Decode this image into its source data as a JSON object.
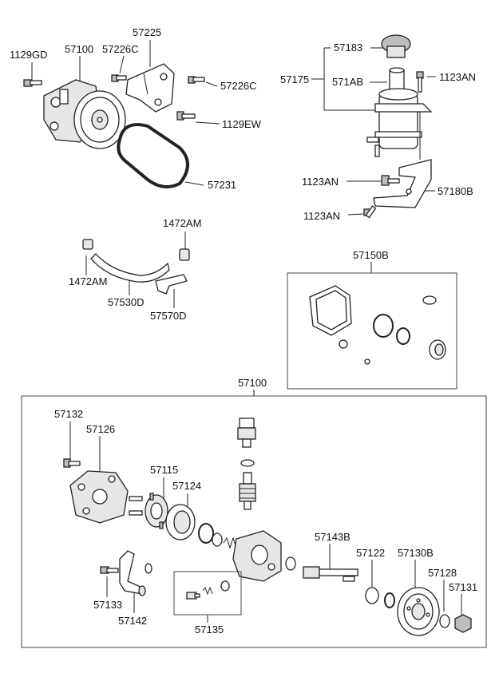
{
  "labels": {
    "l_1129gd": "1129GD",
    "l_57100_top": "57100",
    "l_57226c_a": "57226C",
    "l_57225": "57225",
    "l_57226c_b": "57226C",
    "l_1129ew": "1129EW",
    "l_57231": "57231",
    "l_57183": "57183",
    "l_57175": "57175",
    "l_571ab": "571AB",
    "l_1123an_a": "1123AN",
    "l_1123an_b": "1123AN",
    "l_57180b": "57180B",
    "l_1123an_c": "1123AN",
    "l_1472am_a": "1472AM",
    "l_1472am_b": "1472AM",
    "l_57530d": "57530D",
    "l_57570d": "57570D",
    "l_57150b": "57150B",
    "l_57100_mid": "57100",
    "l_57132": "57132",
    "l_57126": "57126",
    "l_57115": "57115",
    "l_57124": "57124",
    "l_57143b": "57143B",
    "l_57122": "57122",
    "l_57130b": "57130B",
    "l_57128": "57128",
    "l_57131": "57131",
    "l_57133": "57133",
    "l_57142": "57142",
    "l_57135": "57135"
  }
}
